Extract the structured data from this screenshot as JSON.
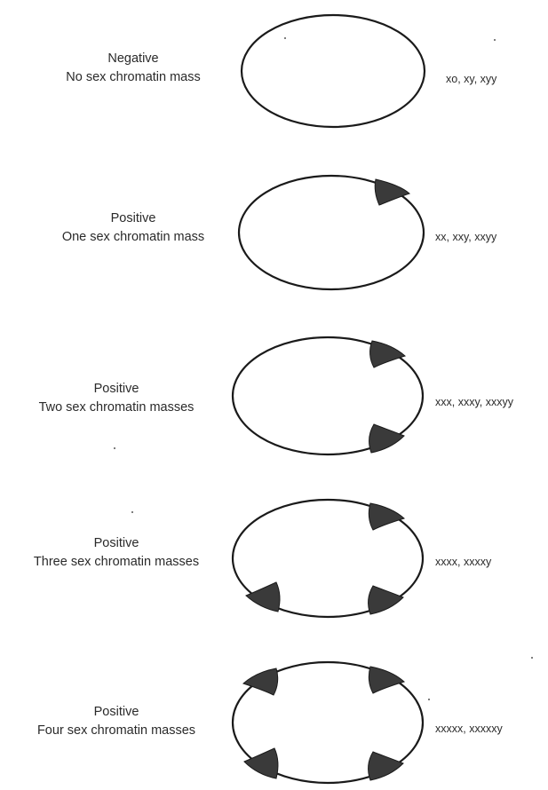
{
  "panels": [
    {
      "status": "Negative",
      "description": "No sex chromatin mass",
      "karyotypes": "xo, xy, xyy",
      "mass_count": 0
    },
    {
      "status": "Positive",
      "description": "One sex chromatin mass",
      "karyotypes": "xx, xxy, xxyy",
      "mass_count": 1
    },
    {
      "status": "Positive",
      "description": "Two sex chromatin masses",
      "karyotypes": "xxx, xxxy, xxxyy",
      "mass_count": 2
    },
    {
      "status": "Positive",
      "description": "Three sex chromatin masses",
      "karyotypes": "xxxx, xxxxy",
      "mass_count": 3
    },
    {
      "status": "Positive",
      "description": "Four sex chromatin masses",
      "karyotypes": "xxxxx, xxxxxy",
      "mass_count": 4
    }
  ]
}
